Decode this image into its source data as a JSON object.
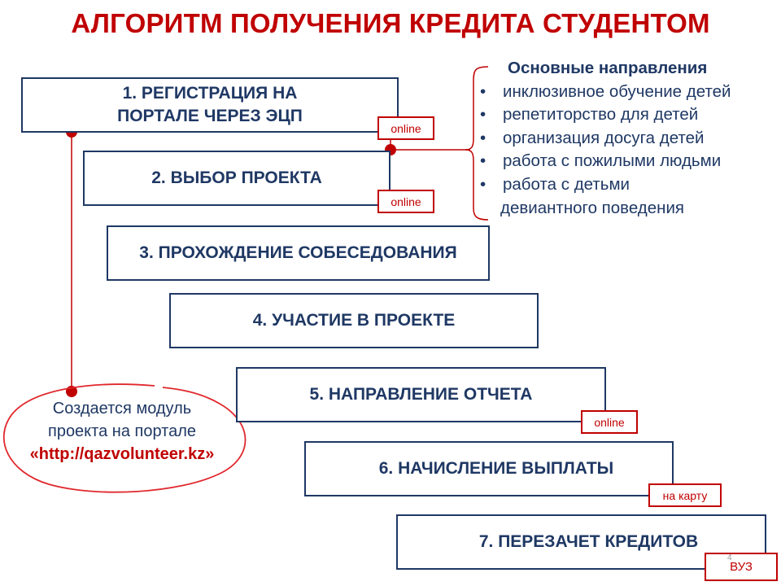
{
  "title": "АЛГОРИТМ ПОЛУЧЕНИЯ КРЕДИТА СТУДЕНТОМ",
  "steps": [
    {
      "label": "1. РЕГИСТРАЦИЯ НА ПОРТАЛЕ ЧЕРЕЗ ЭЦП",
      "tag": "online"
    },
    {
      "label": "2. ВЫБОР ПРОЕКТА",
      "tag": "online"
    },
    {
      "label": "3. ПРОХОЖДЕНИЕ СОБЕСЕДОВАНИЯ"
    },
    {
      "label": "4. УЧАСТИЕ В ПРОЕКТЕ"
    },
    {
      "label": "5. НАПРАВЛЕНИЕ ОТЧЕТА",
      "tag": "online"
    },
    {
      "label": "6. НАЧИСЛЕНИЕ ВЫПЛАТЫ",
      "tag": "на карту"
    },
    {
      "label": "7. ПЕРЕЗАЧЕТ КРЕДИТОВ",
      "tag": "ВУЗ"
    }
  ],
  "directions": {
    "heading": "Основные направления",
    "items": [
      "инклюзивное обучение детей",
      "репетиторство для детей",
      "организация досуга детей",
      "работа с пожилыми людьми",
      "работа с детьми",
      "девиантного поведения"
    ]
  },
  "note": {
    "line1": "Создается модуль",
    "line2": "проекта на портале",
    "url": "«http://qazvolunteer.kz»"
  },
  "page_number": "4",
  "colors": {
    "accent_red": "#c00000",
    "box_border": "#1f3864",
    "text": "#1f3864"
  }
}
